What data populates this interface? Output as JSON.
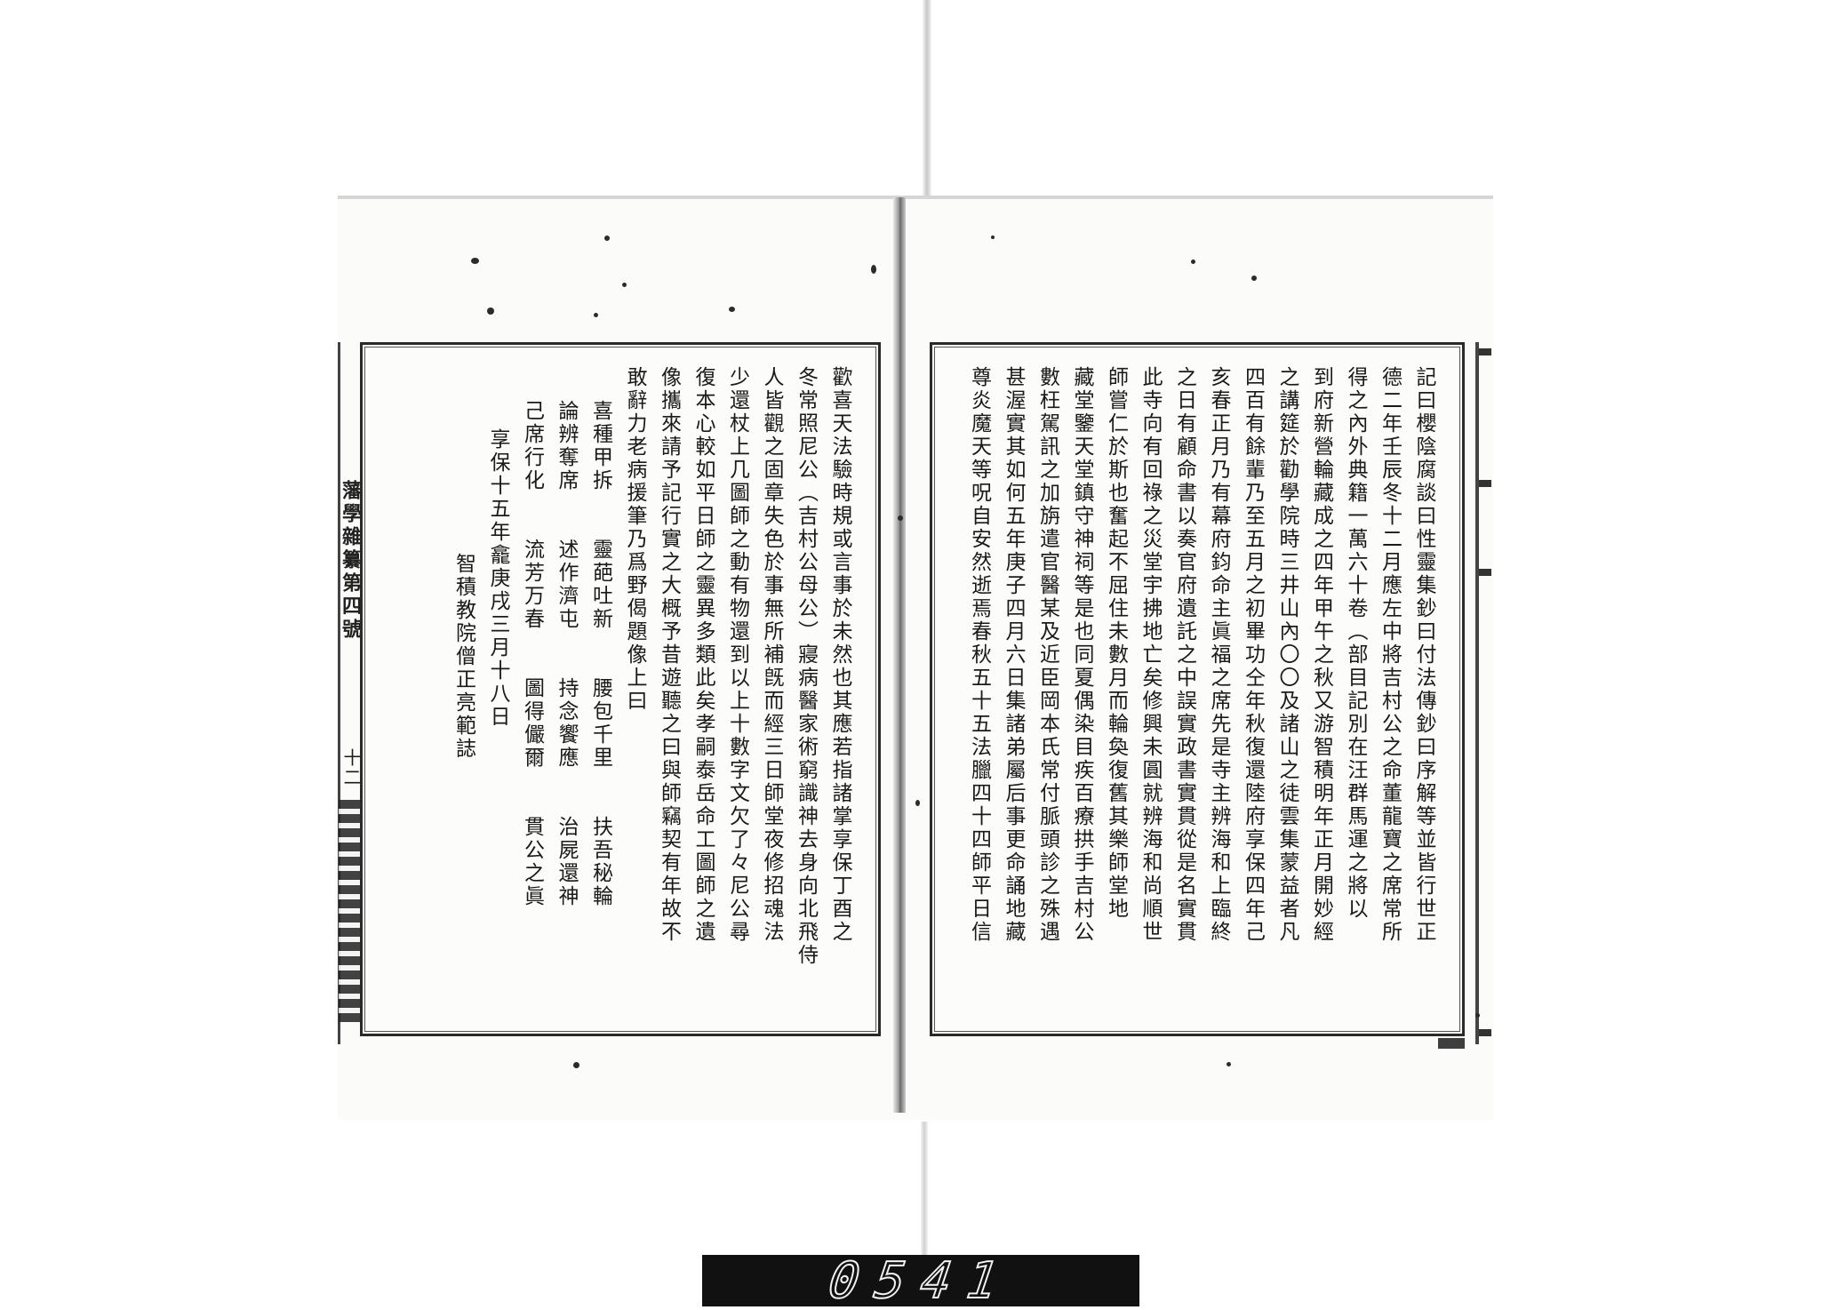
{
  "document": {
    "running_head": "藩學雜纂第四號",
    "folio": "十二",
    "frame_number": "0541"
  },
  "right_page": {
    "columns": [
      "記曰櫻陰腐談曰性靈集鈔曰付法傳鈔曰序解等並皆行世正",
      "德二年壬辰冬十二月應左中將吉村公之命董龍寶之席常所",
      "得之內外典籍一萬六十卷（部目記別在汪群馬運之將以",
      "到府新營輪藏成之四年甲午之秋又游智積明年正月開妙經",
      "之講筵於勸學院時三井山內〇〇及諸山之徒雲集蒙益者凡",
      "四百有餘輩乃至五月之初畢功仝年秋復還陸府享保四年己",
      "亥春正月乃有幕府鈞命主眞福之席先是寺主辨海和上臨終",
      "之日有顧命書以奏官府遺託之中誤實政書實貫從是名實貫",
      "此寺向有回祿之災堂宇拂地亡矣修興未圓就辨海和尚順世",
      "師嘗仁於斯也奮起不屈住未數月而輪奐復舊其樂師堂地",
      "藏堂鑒天堂鎮守神祠等是也同夏偶染目疾百療拱手吉村公",
      "數枉駕訊之加旃遣官醫某及近臣岡本氏常付脈頭診之殊遇",
      "甚渥實其如何五年庚子四月六日集諸弟屬后事更命誦地藏",
      "尊炎魔天等呪自安然逝焉春秋五十五法臘四十四師平日信"
    ]
  },
  "left_page": {
    "columns": [
      "歡喜天法驗時規或言事於未然也其應若指諸掌享保丁酉之",
      "冬常照尼公（吉村公母公）寢病醫家術窮識神去身向北飛侍",
      "人皆觀之固章失色於事無所補旣而經三日師堂夜修招魂法",
      "少還杖上几圖師之動有物還到以上十數字文欠了々尼公尋",
      "復本心較如平日師之靈異多類此矣孝嗣泰岳命工圖師之遺",
      "像攜來請予記行實之大概予昔遊聽之曰與師竊契有年故不",
      "敢辭力老病援筆乃爲野偈題像上曰",
      "喜種甲拆　　靈葩吐新　　腰包千里　　扶吾秘輪",
      "論辨奪席　　述作濟屯　　持念饗應　　治屍還神",
      "己席行化　　流芳万春　　圖得儼爾　　貫公之眞",
      "",
      "享保十五年龕庚戌三月十八日",
      "智積教院僧正亮範誌"
    ]
  }
}
